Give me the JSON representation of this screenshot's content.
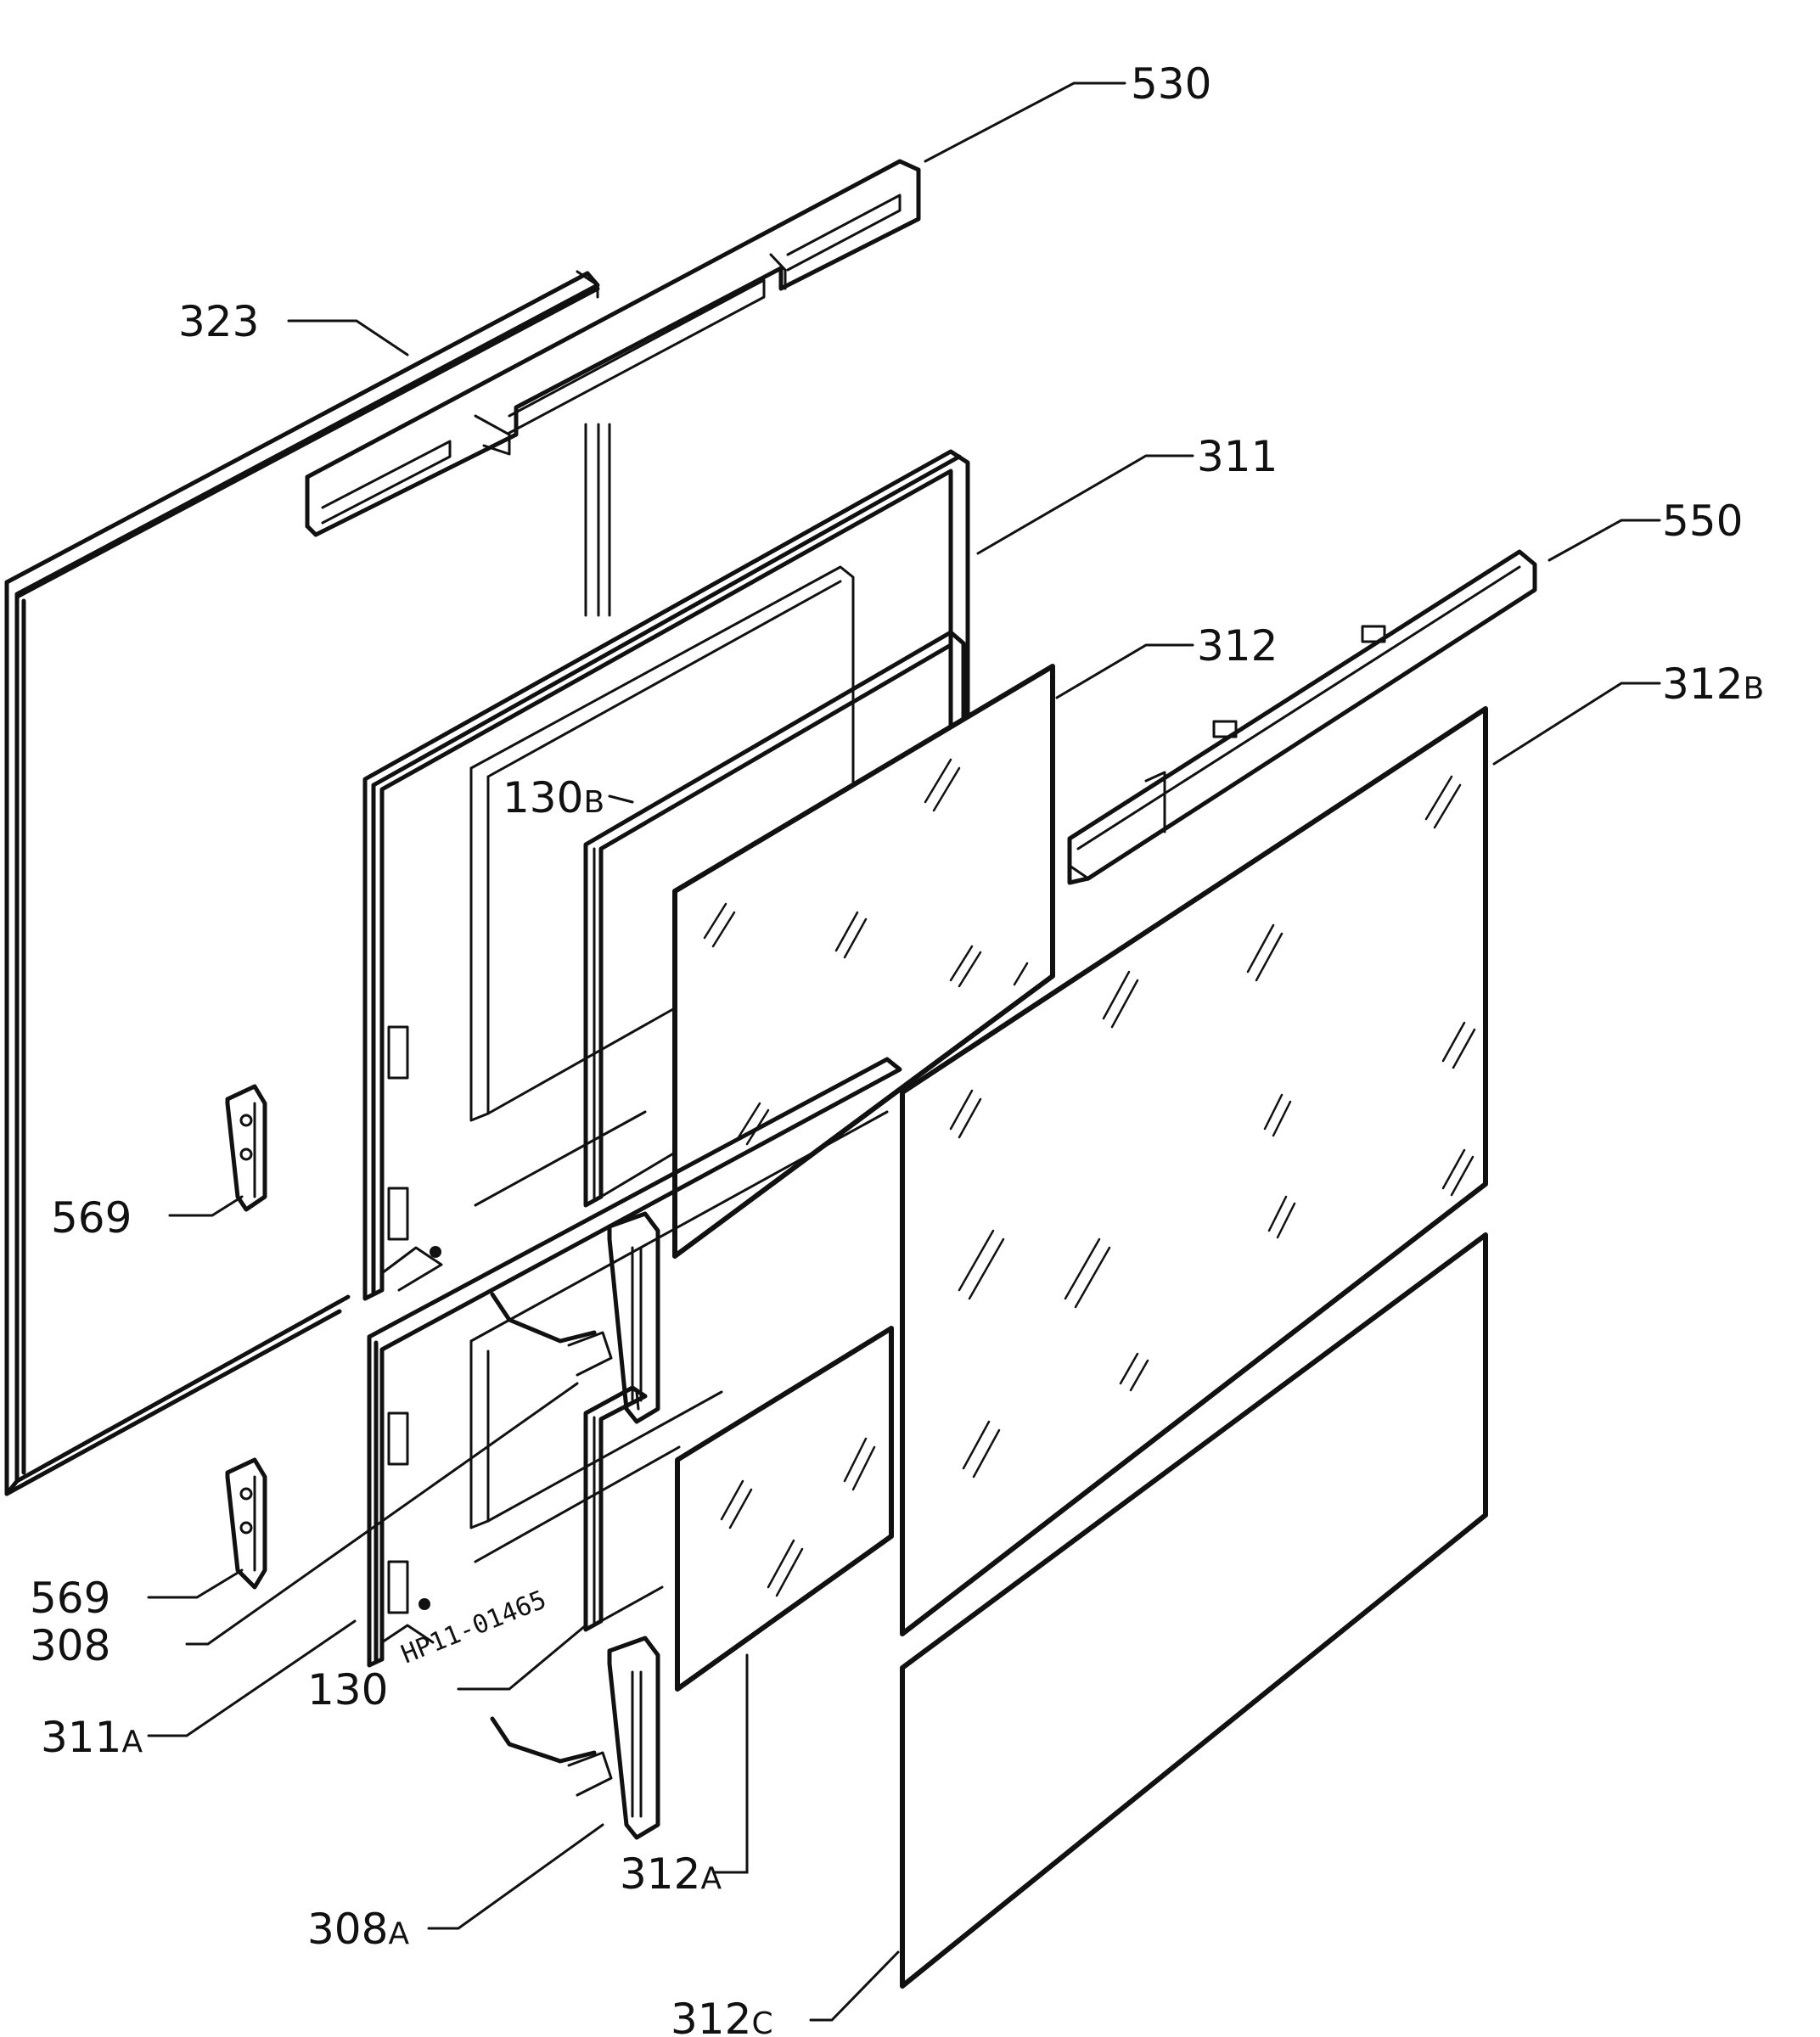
{
  "labels": {
    "p530": "530",
    "p323": "323",
    "p311": "311",
    "p550": "550",
    "p312": "312",
    "p312b": "312",
    "p312b_suffix": "B",
    "p130b": "130",
    "p130b_suffix": "B",
    "p569_upper": "569",
    "p569_lower": "569",
    "p308": "308",
    "p130": "130",
    "p311a": "311",
    "p311a_suffix": "A",
    "p312a": "312",
    "p312a_suffix": "A",
    "p308a": "308",
    "p308a_suffix": "A",
    "p312c": "312",
    "p312c_suffix": "C"
  },
  "drawing_code": "HP11-01465"
}
